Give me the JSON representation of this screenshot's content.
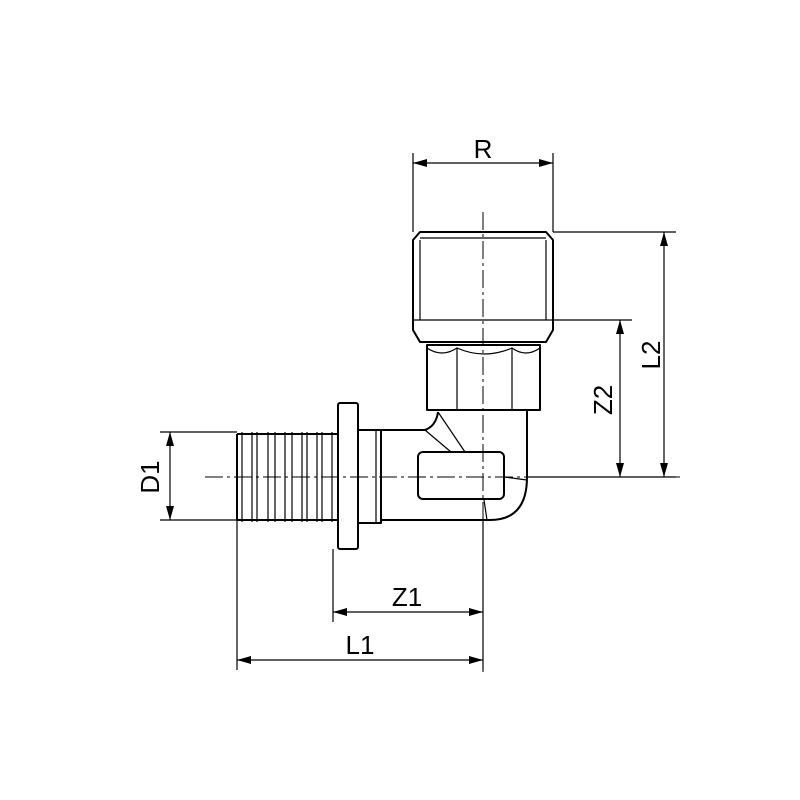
{
  "drawing": {
    "title": "Elbow fitting with press connection and threaded outlet",
    "dimensions": {
      "R": "R",
      "L2": "L2",
      "Z2": "Z2",
      "D1": "D1",
      "Z1": "Z1",
      "L1": "L1"
    },
    "colors": {
      "line": "#000000",
      "background": "#ffffff"
    }
  }
}
